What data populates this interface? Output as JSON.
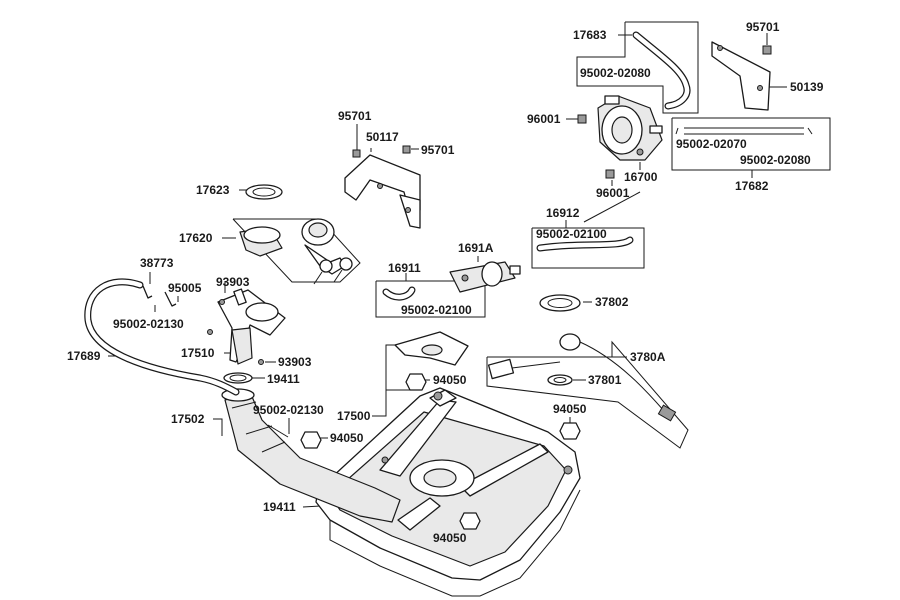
{
  "labels": {
    "p17683": "17683",
    "p95701_a": "95701",
    "p50139": "50139",
    "p95002_02080_a": "95002-02080",
    "p96001_a": "96001",
    "p95002_02070": "95002-02070",
    "p95002_02080_b": "95002-02080",
    "p16700": "16700",
    "p96001_b": "96001",
    "p17682": "17682",
    "p95701_b": "95701",
    "p50117": "50117",
    "p95701_c": "95701",
    "p17623": "17623",
    "p17620": "17620",
    "p16912": "16912",
    "p95002_02100_a": "95002-02100",
    "p1691A": "1691A",
    "p16911": "16911",
    "p95002_02100_b": "95002-02100",
    "p38773": "38773",
    "p93903_a": "93903",
    "p95005": "95005",
    "p95002_02130_a": "95002-02130",
    "p37802": "37802",
    "p17510": "17510",
    "p17689": "17689",
    "p93903_b": "93903",
    "p3780A": "3780A",
    "p19411_a": "19411",
    "p94050_a": "94050",
    "p37801": "37801",
    "p17500": "17500",
    "p94050_b": "94050",
    "p17502": "17502",
    "p95002_02130_b": "95002-02130",
    "p94050_c": "94050",
    "p19411_b": "19411",
    "p94050_d": "94050"
  }
}
